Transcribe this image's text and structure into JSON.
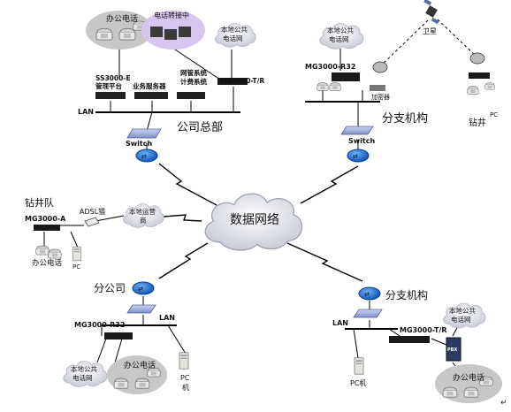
{
  "hq": {
    "office_phone_cloud": "办公电话",
    "transfer_center": "电话转接中",
    "pstn_cloud_line1": "本地公共",
    "pstn_cloud_line2": "电话网",
    "ss3000_line1": "SS3000-E",
    "ss3000_line2": "管理平台",
    "business_server": "业务服务器",
    "netmgmt_line1": "网管系统",
    "netmgmt_line2": "计费系统",
    "gateway": "MG3000-T/R",
    "lan": "LAN",
    "title": "公司总部",
    "switch": "Switch"
  },
  "branch_top": {
    "pstn_cloud_line1": "本地公共",
    "pstn_cloud_line2": "电话网",
    "gateway": "MG3000-R32",
    "encryptor": "加密器",
    "satellite": "卫星",
    "title": "分支机构",
    "switch": "Switch",
    "drill_site": "钻井",
    "pc": "PC"
  },
  "center": {
    "title": "数据网络"
  },
  "drill_team": {
    "title": "钻井队",
    "gateway": "MG3000-A",
    "adsl": "ADSL猫",
    "isp_line1": "本地运营",
    "isp_line2": "商",
    "office_phone": "办公电话",
    "pc": "PC"
  },
  "subsidiary": {
    "title": "分公司",
    "lan": "LAN",
    "gateway": "MG3000-R32",
    "pstn_cloud_line1": "本地公共",
    "pstn_cloud_line2": "电话网",
    "office_phone_cloud": "办公电话",
    "pc_line1": "PC",
    "pc_line2": "机"
  },
  "branch_bottom": {
    "title": "分支机构",
    "lan": "LAN",
    "gateway": "MG3000-T/R",
    "pbx": "PBX",
    "pstn_cloud_line1": "本地公共",
    "pstn_cloud_line2": "电话网",
    "pc": "PC机",
    "office_phone_cloud": "办公电话"
  },
  "end_mark": "↵",
  "colors": {
    "router": "#1e6fd6",
    "cloud_fill": "#e9e9ef",
    "cloud_edge": "#9aa0b0",
    "gray_cloud": "#c9c9c9",
    "purple_cloud": "#d8c8f0",
    "device": "#2b2b2b"
  }
}
